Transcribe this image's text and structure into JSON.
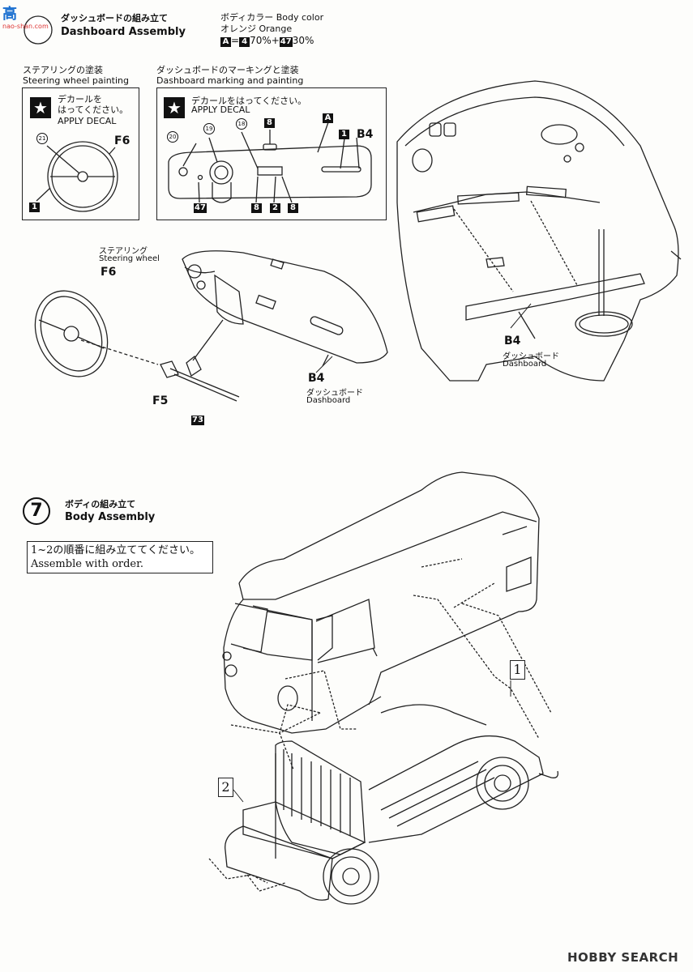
{
  "watermark": {
    "site_top": "高",
    "site_url": "nao-shan.com"
  },
  "dashboard_section": {
    "title_jp": "ダッシュボードの組み立て",
    "title_en": "Dashboard Assembly",
    "body_color": {
      "label_jp": "ボディカラー",
      "label_en": "Body color",
      "color_jp": "オレンジ",
      "color_en": "Orange",
      "formula_a": "A",
      "formula_eq": "=",
      "formula_4": "4",
      "formula_70": "70%",
      "formula_plus": "+",
      "formula_47": "47",
      "formula_30": "30%"
    },
    "steering_painting": {
      "title_jp": "ステアリングの塗装",
      "title_en": "Steering wheel painting",
      "decal_jp": "デカールを\nはってください。",
      "decal_en": "APPLY DECAL",
      "decal_num": "21",
      "part": "F6",
      "paint": "1"
    },
    "dash_marking": {
      "title_jp": "ダッシュボードのマーキングと塗装",
      "title_en": "Dashboard marking and painting",
      "decal_jp": "デカールをはってください。",
      "decal_en": "APPLY DECAL",
      "decals": [
        "20",
        "19",
        "18"
      ],
      "paint_top_8": "8",
      "paint_a": "A",
      "paint_1": "1",
      "part": "B4",
      "paint_47": "47",
      "paint_bottom": [
        "8",
        "2",
        "8"
      ]
    },
    "labels": {
      "steering_jp": "ステアリング",
      "steering_en": "Steering wheel",
      "f6": "F6",
      "f5": "F5",
      "n73": "73",
      "b4_left": "B4",
      "b4_left_jp": "ダッシュボード",
      "b4_left_en": "Dashboard",
      "b4_right": "B4",
      "b4_right_jp": "ダッシュボード",
      "b4_right_en": "Dashboard"
    }
  },
  "body_section": {
    "step": "7",
    "title_jp": "ボディの組み立て",
    "title_en": "Body Assembly",
    "note_jp": "1~2の順番に組み立ててください。",
    "note_en": "Assemble with order.",
    "order_1": "1",
    "order_2": "2"
  },
  "footer": {
    "logo": "HOBBY SEARCH"
  }
}
